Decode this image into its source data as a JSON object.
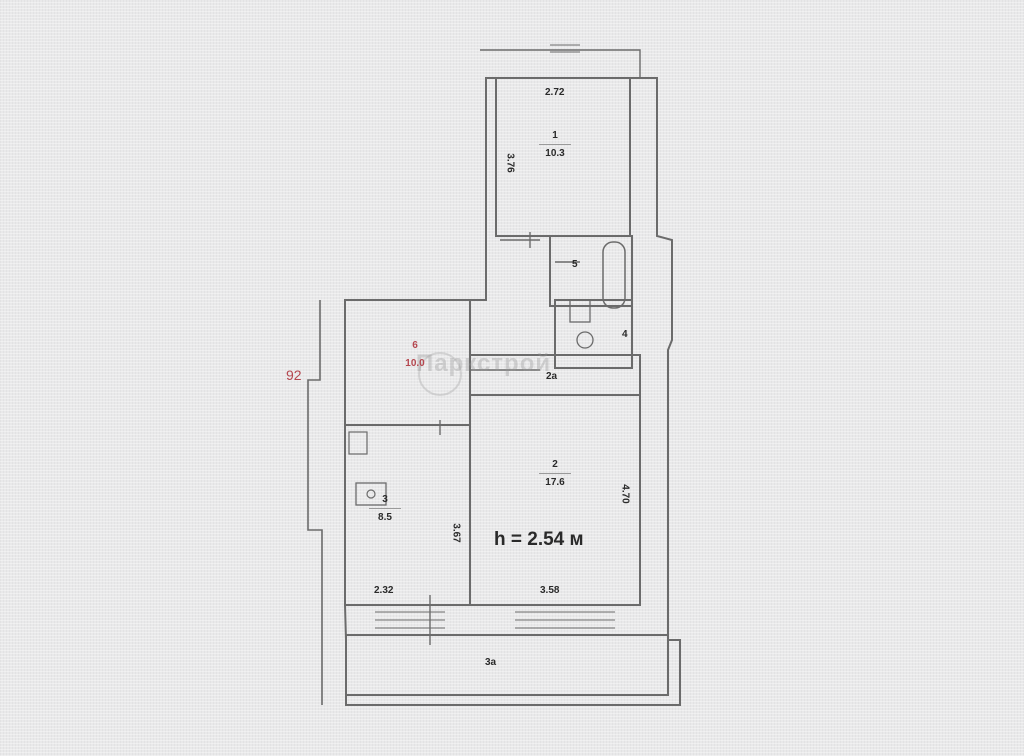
{
  "floor_plan": {
    "ceiling_height_label": "h = 2.54 м",
    "side_marker": "92",
    "rooms": [
      {
        "id": "1",
        "area": "10.3",
        "width_label": "2.72",
        "depth_label": "3.76"
      },
      {
        "id": "2",
        "area": "17.6",
        "width_label": "3.58",
        "depth_label": "4.70"
      },
      {
        "id": "2a",
        "area": ""
      },
      {
        "id": "3",
        "area": "8.5",
        "width_label": "2.32",
        "depth_label": "3.67"
      },
      {
        "id": "3a",
        "area": ""
      },
      {
        "id": "4",
        "area": ""
      },
      {
        "id": "5",
        "area": ""
      },
      {
        "id": "6",
        "area": "10.0"
      }
    ],
    "watermark": "Паркстрой"
  },
  "colors": {
    "walls": "#6b6b6b",
    "text": "#2a2a2a",
    "highlight": "#b5474f",
    "background": "#e9e9ea"
  }
}
